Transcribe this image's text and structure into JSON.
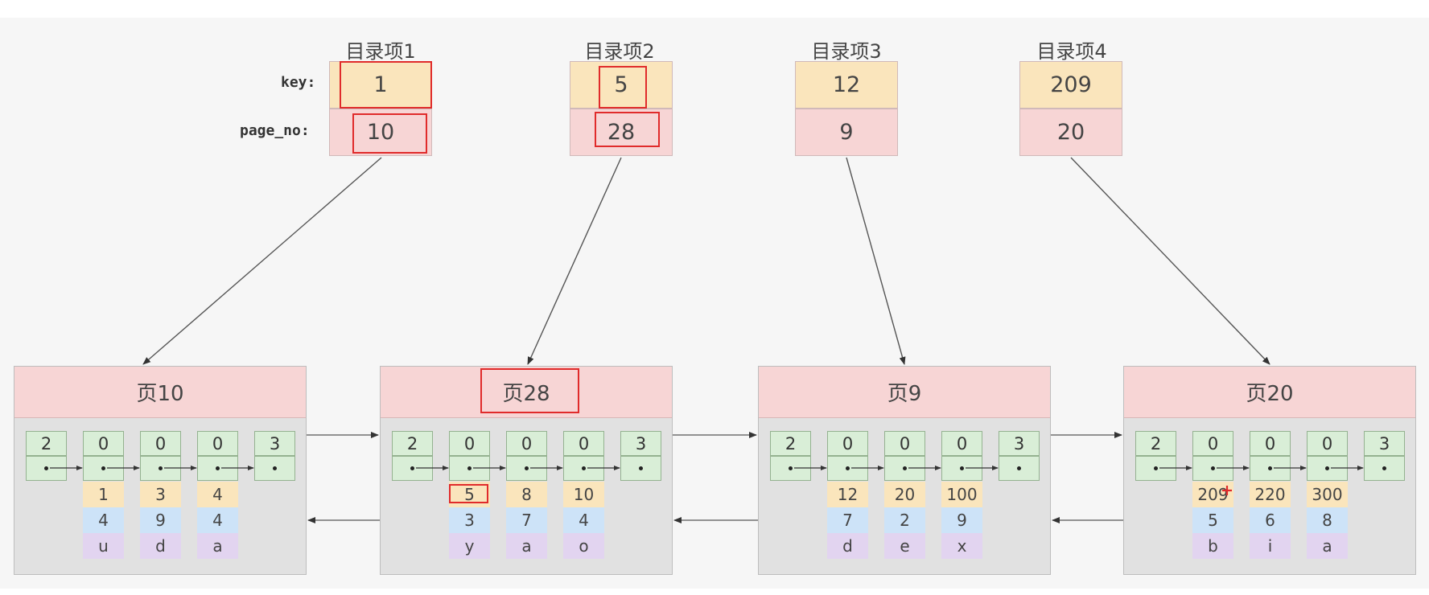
{
  "row_labels": {
    "key": "key:",
    "page_no": "page_no:"
  },
  "directory": [
    {
      "title": "目录项1",
      "key": "1",
      "page_no": "10"
    },
    {
      "title": "目录项2",
      "key": "5",
      "page_no": "28"
    },
    {
      "title": "目录项3",
      "key": "12",
      "page_no": "9"
    },
    {
      "title": "目录项4",
      "key": "209",
      "page_no": "20"
    }
  ],
  "pages": [
    {
      "title": "页10",
      "slots": [
        "2",
        "0",
        "0",
        "0",
        "3"
      ],
      "records": [
        {
          "key": "1",
          "col": "4",
          "val": "u"
        },
        {
          "key": "3",
          "col": "9",
          "val": "d"
        },
        {
          "key": "4",
          "col": "4",
          "val": "a"
        }
      ]
    },
    {
      "title": "页28",
      "slots": [
        "2",
        "0",
        "0",
        "0",
        "3"
      ],
      "records": [
        {
          "key": "5",
          "col": "3",
          "val": "y"
        },
        {
          "key": "8",
          "col": "7",
          "val": "a"
        },
        {
          "key": "10",
          "col": "4",
          "val": "o"
        }
      ]
    },
    {
      "title": "页9",
      "slots": [
        "2",
        "0",
        "0",
        "0",
        "3"
      ],
      "records": [
        {
          "key": "12",
          "col": "7",
          "val": "d"
        },
        {
          "key": "20",
          "col": "2",
          "val": "e"
        },
        {
          "key": "100",
          "col": "9",
          "val": "x"
        }
      ]
    },
    {
      "title": "页20",
      "slots": [
        "2",
        "0",
        "0",
        "0",
        "3"
      ],
      "records": [
        {
          "key": "209",
          "col": "5",
          "val": "b"
        },
        {
          "key": "220",
          "col": "6",
          "val": "i"
        },
        {
          "key": "300",
          "col": "8",
          "val": "a"
        }
      ]
    }
  ],
  "colors": {
    "key_fill": "#fae5bc",
    "page_no_fill": "#f7d5d5",
    "record_fill": "#d9eed7",
    "column_fill": "#cde3f8",
    "value_fill": "#e2d4f0",
    "highlight": "#e02b2b"
  }
}
